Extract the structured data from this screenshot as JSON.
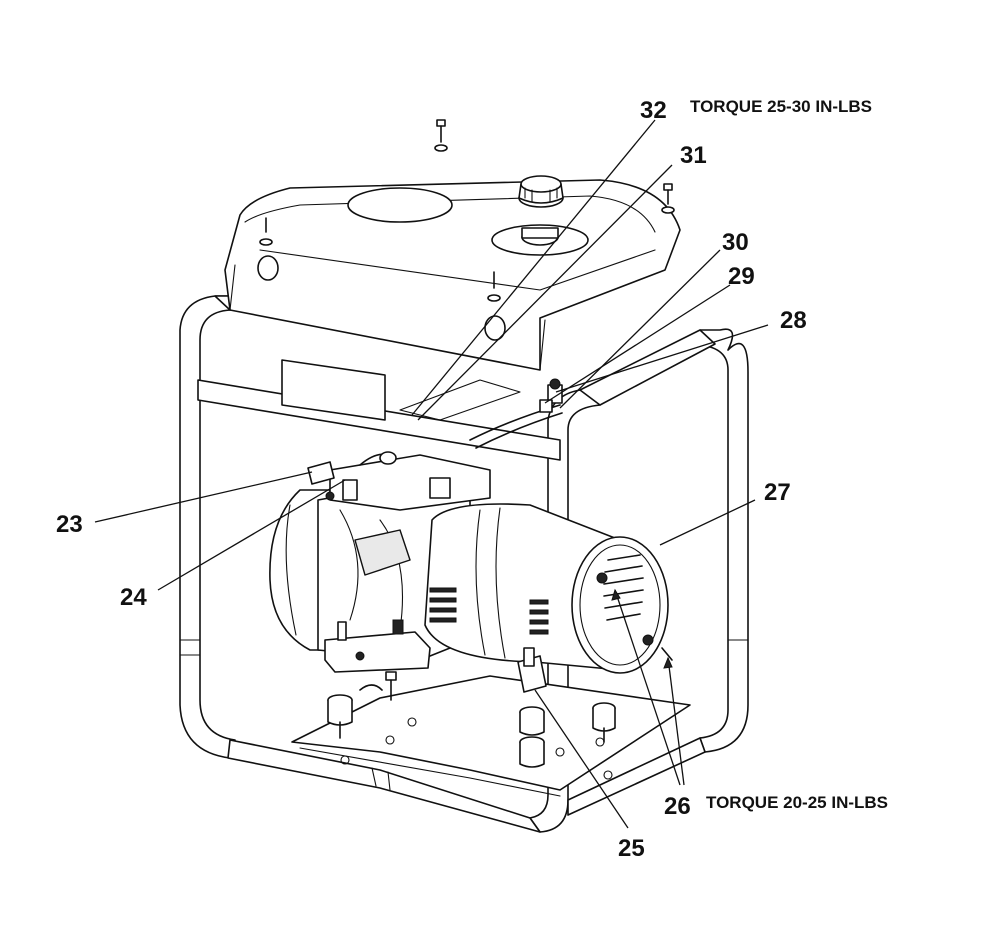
{
  "torque_notes": {
    "top": "TORQUE 25-30 IN-LBS",
    "bottom": "TORQUE 20-25 IN-LBS"
  },
  "callouts": {
    "c23": "23",
    "c24": "24",
    "c25": "25",
    "c26": "26",
    "c27": "27",
    "c28": "28",
    "c29": "29",
    "c30": "30",
    "c31": "31",
    "c32": "32"
  }
}
